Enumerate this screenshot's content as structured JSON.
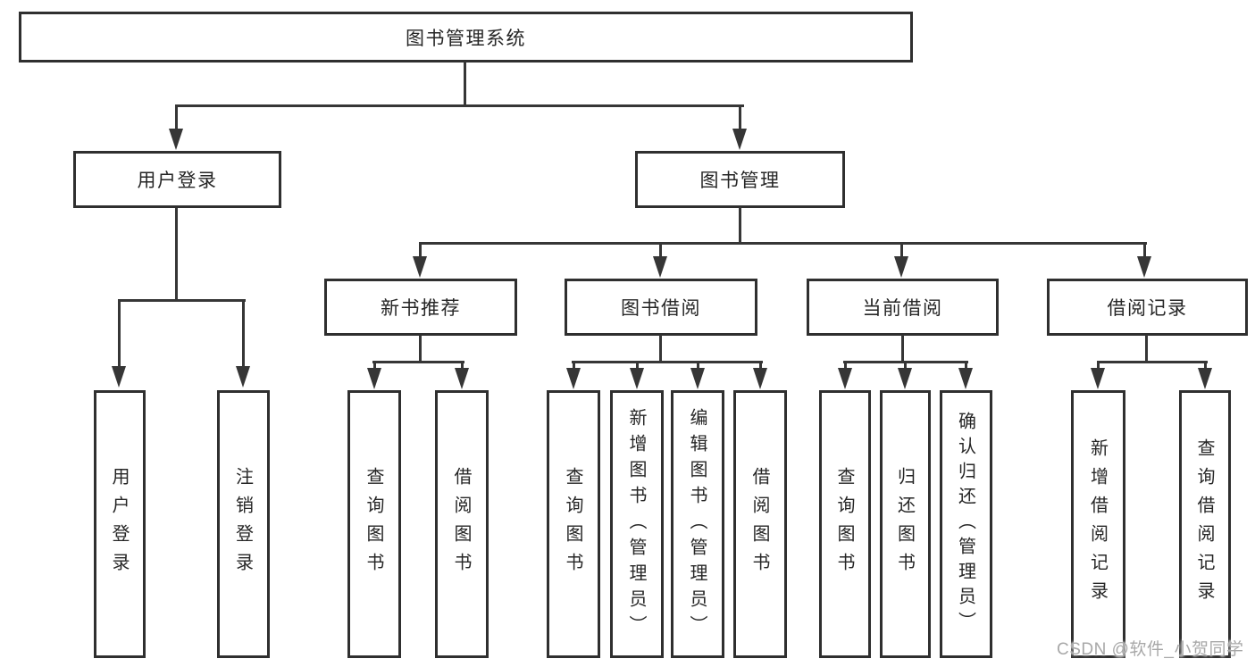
{
  "diagram_title": "图书管理系统",
  "tree": {
    "label": "图书管理系统",
    "children": [
      {
        "label": "用户登录",
        "children": [
          {
            "label": "用户登录"
          },
          {
            "label": "注销登录"
          }
        ]
      },
      {
        "label": "图书管理",
        "children": [
          {
            "label": "新书推荐",
            "children": [
              {
                "label": "查询图书"
              },
              {
                "label": "借阅图书"
              }
            ]
          },
          {
            "label": "图书借阅",
            "children": [
              {
                "label": "查询图书"
              },
              {
                "label": "新增图书（管理员）"
              },
              {
                "label": "编辑图书（管理员）"
              },
              {
                "label": "借阅图书"
              }
            ]
          },
          {
            "label": "当前借阅",
            "children": [
              {
                "label": "查询图书"
              },
              {
                "label": "归还图书"
              },
              {
                "label": "确认归还（管理员）"
              }
            ]
          },
          {
            "label": "借阅记录",
            "children": [
              {
                "label": "新增借阅记录"
              },
              {
                "label": "查询借阅记录"
              }
            ]
          }
        ]
      }
    ]
  },
  "watermark": {
    "text": "CSDN @软件_小贺同学"
  },
  "colors": {
    "background": "#ffffff",
    "line": "#363636",
    "box_border": "#2f2f2f",
    "text": "#262626",
    "watermark": "#a8a8a8"
  }
}
